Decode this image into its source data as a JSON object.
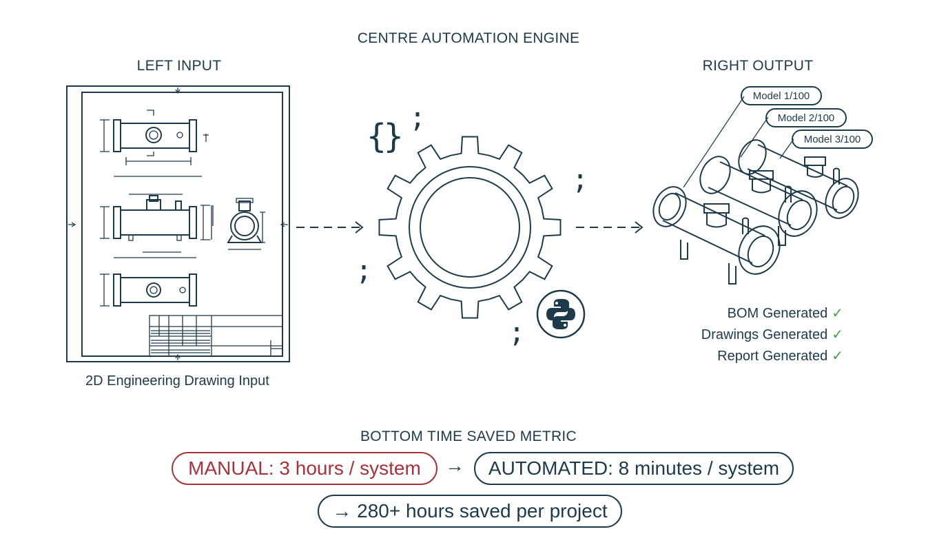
{
  "headers": {
    "centre": "CENTRE AUTOMATION ENGINE",
    "left": "LEFT INPUT",
    "right": "RIGHT OUTPUT",
    "bottom": "BOTTOM TIME SAVED METRIC"
  },
  "left_caption": "2D Engineering Drawing Input",
  "engine": {
    "icons": [
      "braces-icon",
      "semicolon-icon",
      "gear-icon",
      "python-logo-icon"
    ],
    "braces": "{}",
    "semicolon": ";"
  },
  "models": [
    "Model 1/100",
    "Model 2/100",
    "Model 3/100"
  ],
  "status": [
    {
      "label": "BOM Generated",
      "mark": "✓"
    },
    {
      "label": "Drawings Generated",
      "mark": "✓"
    },
    {
      "label": "Report Generated",
      "mark": "✓"
    }
  ],
  "metrics": {
    "manual": "MANUAL: 3 hours / system",
    "arrow": "→",
    "automated": "AUTOMATED: 8 minutes / system",
    "saved": "→ 280+ hours saved per project"
  },
  "colors": {
    "ink": "#1c3a4a",
    "manual_red": "#a8313a",
    "check_green": "#3fa14a"
  }
}
